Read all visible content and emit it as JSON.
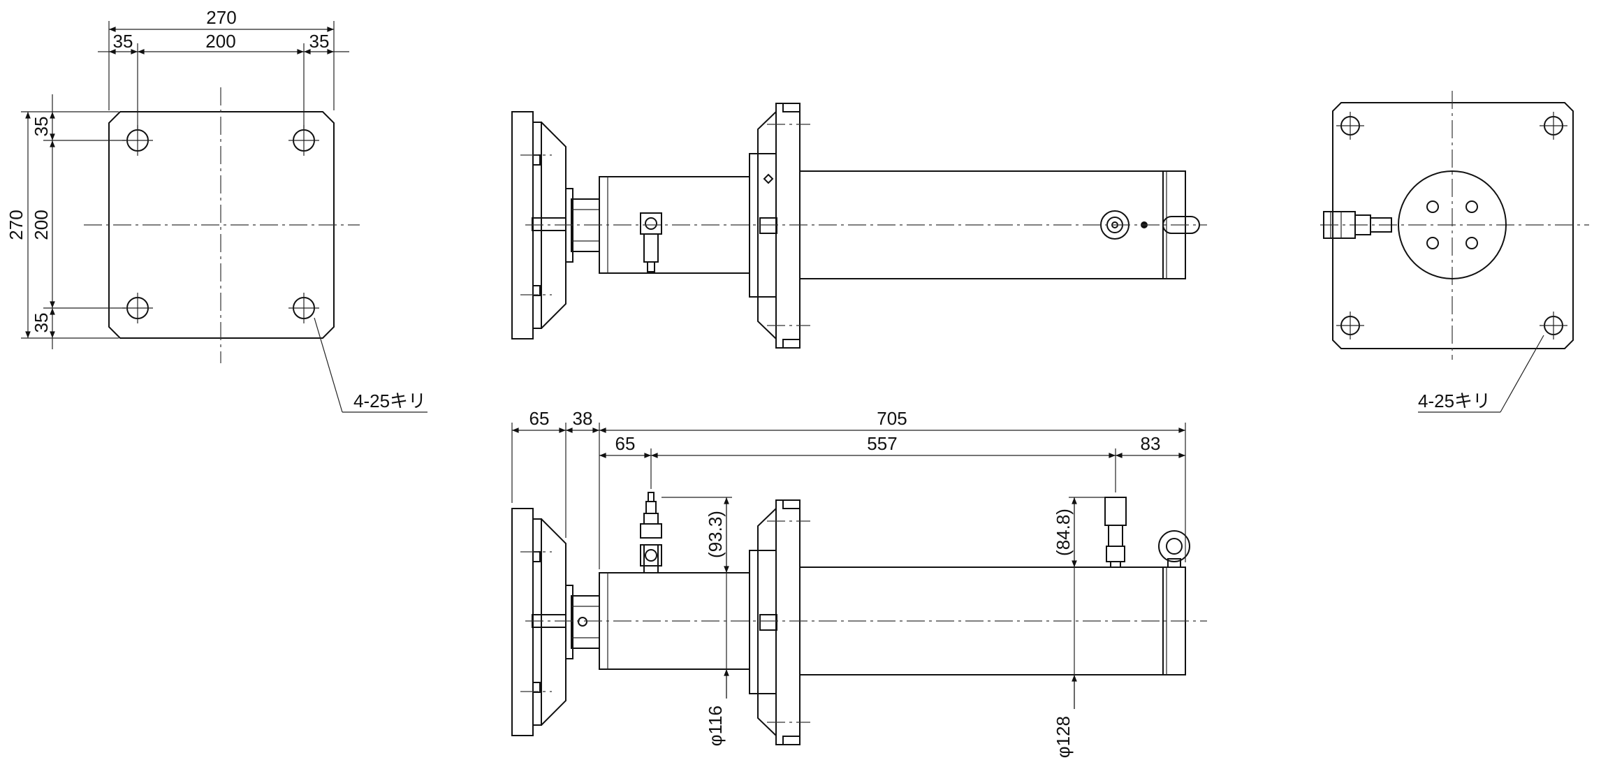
{
  "views": {
    "left": {
      "top_overall": "270",
      "top_left": "35",
      "top_mid": "200",
      "top_right": "35",
      "side_overall": "270",
      "side_top": "35",
      "side_mid": "200",
      "side_bottom": "35",
      "hole_note": "4-25キリ"
    },
    "right": {
      "hole_note": "4-25キリ"
    },
    "front": {
      "dim_65a": "65",
      "dim_38": "38",
      "dim_705": "705",
      "dim_65b": "65",
      "dim_557": "557",
      "dim_83": "83",
      "dim_93": "(93.3)",
      "dim_84": "(84.8)",
      "dia_116": "φ116",
      "dia_128": "φ128"
    }
  }
}
